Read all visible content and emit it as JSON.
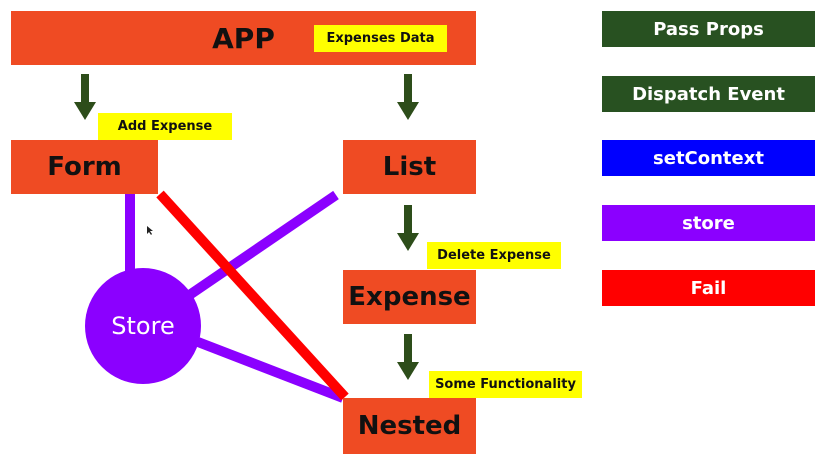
{
  "nodes": {
    "app": "APP",
    "form": "Form",
    "list": "List",
    "expense": "Expense",
    "nested": "Nested",
    "store": "Store"
  },
  "tags": {
    "expenses_data": "Expenses Data",
    "add_expense": "Add Expense",
    "delete_expense": "Delete Expense",
    "some_functionality": "Some Functionality"
  },
  "legend": [
    {
      "label": "Pass Props",
      "color": "#285121"
    },
    {
      "label": "Dispatch Event",
      "color": "#285121"
    },
    {
      "label": "setContext",
      "color": "#0000ff"
    },
    {
      "label": "store",
      "color": "#8b00ff"
    },
    {
      "label": "Fail",
      "color": "#ff0000"
    }
  ],
  "colors": {
    "box": "#ef4b23",
    "tag": "#ffff00",
    "arrow": "#2d4d1a",
    "store": "#8b00ff",
    "fail": "#ff0000"
  }
}
